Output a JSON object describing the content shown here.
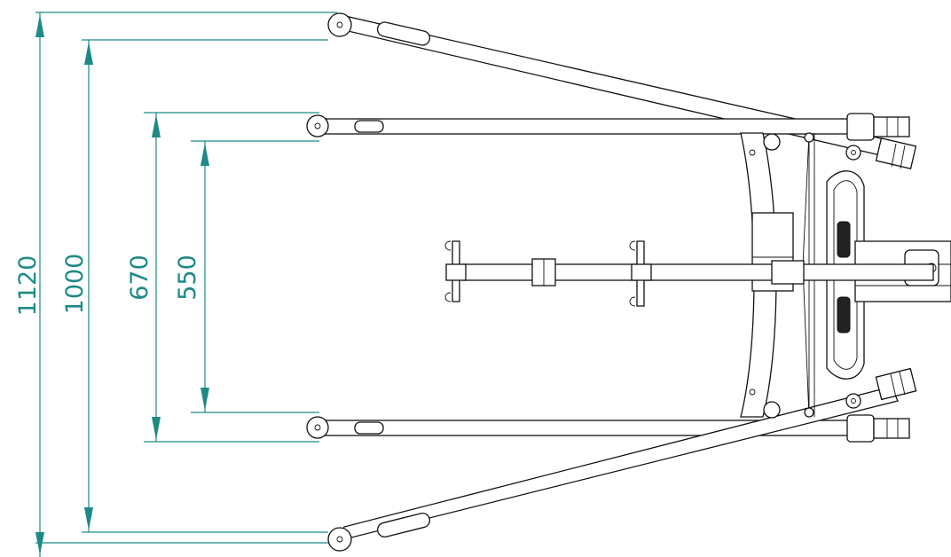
{
  "dimensions": [
    {
      "label": "1120",
      "unit": ""
    },
    {
      "label": "1000",
      "unit": ""
    },
    {
      "label": "670",
      "unit": ""
    },
    {
      "label": "550",
      "unit": ""
    }
  ],
  "colors": {
    "dimension": "#1d8a86",
    "line": "#111111",
    "background": "#ffffff"
  }
}
